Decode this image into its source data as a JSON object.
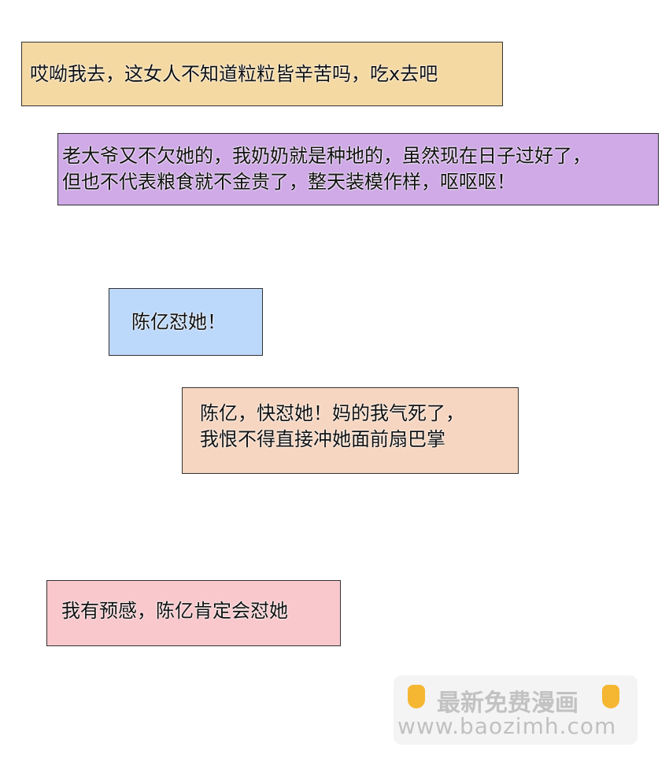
{
  "bubbles": [
    {
      "text": "哎呦我去，这女人不知道粒粒皆辛苦吗，吃x去吧",
      "color": "#f5d9a2"
    },
    {
      "lines": [
        "老大爷又不欠她的，我奶奶就是种地的，虽然现在日子过好了，",
        "但也不代表粮食就不金贵了，整天装模作样，呕呕呕！"
      ],
      "color": "#cfaae6"
    },
    {
      "text": "陈亿怼她！",
      "color": "#bcd8fb"
    },
    {
      "lines": [
        "陈亿，快怼她！妈的我气死了，",
        "我恨不得直接冲她面前扇巴掌"
      ],
      "color": "#f6d6c0"
    },
    {
      "text": "我有预感，陈亿肯定会怼她",
      "color": "#f8c8cc"
    }
  ],
  "watermark": {
    "title": "最新免费漫画",
    "url": "www.baozimh.com",
    "icon": "pointing-down-hand-icon"
  }
}
